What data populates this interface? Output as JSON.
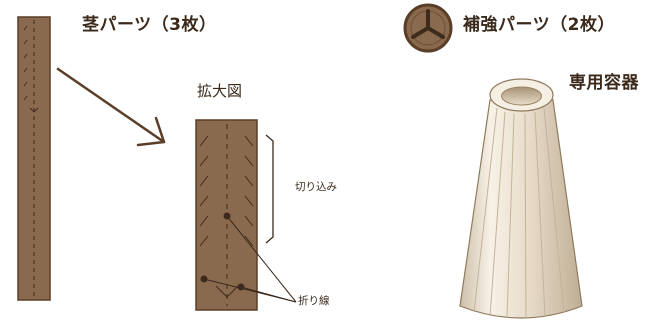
{
  "labels": {
    "stem_parts": "茎パーツ（3枚）",
    "reinforce_parts": "補強パーツ（2枚）",
    "dedicated_container": "専用容器",
    "enlarged_view": "拡大図",
    "cut_in": "切り込み",
    "fold_line": "折り線"
  },
  "colors": {
    "part_fill": "#8a6a4e",
    "part_edge": "#5a3e28",
    "arrow": "#5a3e28",
    "text": "#3b2a1c",
    "container": "#eae1d3"
  },
  "icons": {
    "reinforce_part": "three-prong-circle-icon"
  }
}
